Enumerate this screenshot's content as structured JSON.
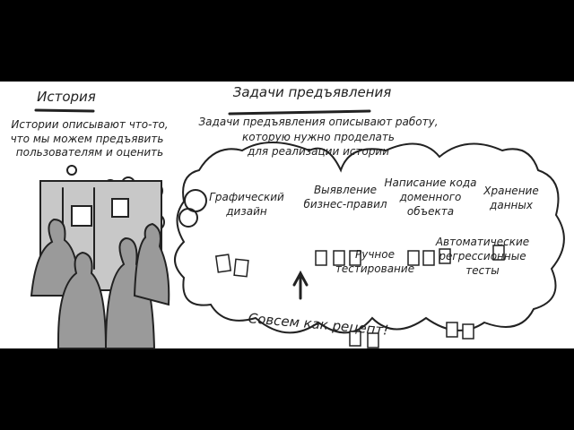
{
  "story": {
    "heading": "История",
    "description": [
      "Истории описывают что-то,",
      "что мы можем предъявить",
      "пользователям и оценить"
    ]
  },
  "tasks": {
    "heading": "Задачи предъявления",
    "description": [
      "Задачи предъявления описывают работу,",
      "которую нужно проделать",
      "для реализации истории"
    ],
    "items": [
      {
        "lines": [
          "Графический",
          "дизайн"
        ]
      },
      {
        "lines": [
          "Выявление",
          "бизнес-правил"
        ]
      },
      {
        "lines": [
          "Написание кода",
          "доменного",
          "объекта"
        ]
      },
      {
        "lines": [
          "Хранение",
          "данных"
        ]
      },
      {
        "lines": [
          "Ручное",
          "тестирование"
        ]
      },
      {
        "lines": [
          "Автоматические",
          "регрессионные",
          "тесты"
        ]
      }
    ]
  },
  "caption": "Совсем как рецепт!",
  "colors": {
    "ink": "#222222",
    "gray_fill": "#9a9a9a",
    "board": "#c8c8c8",
    "letterbox": "#000000"
  }
}
